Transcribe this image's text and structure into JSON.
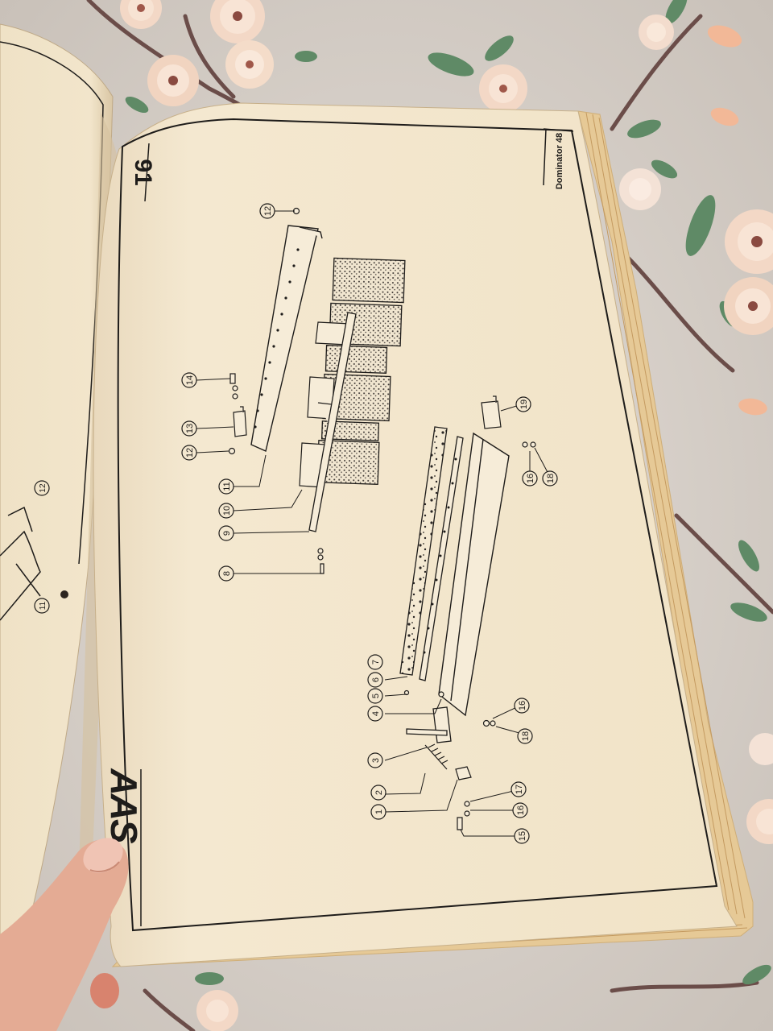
{
  "photo": {
    "page_number": "91",
    "model_label": "Dominator 48",
    "brand_fragment": "AAS",
    "callouts": [
      "1",
      "2",
      "3",
      "4",
      "5",
      "6",
      "7",
      "8",
      "9",
      "10",
      "11",
      "12",
      "12",
      "13",
      "14",
      "15",
      "16",
      "16",
      "16",
      "17",
      "18",
      "18",
      "19"
    ],
    "left_page_callouts": [
      "12",
      "11"
    ],
    "colors": {
      "tablecloth": "#d8d1ca",
      "page": "#f3e6cd",
      "page_edge": "#e8cfa1",
      "ink": "#1e1c1a",
      "blossom": "#f5d7c6",
      "leaf": "#5f8a66",
      "skin": "#e9b59e"
    }
  }
}
